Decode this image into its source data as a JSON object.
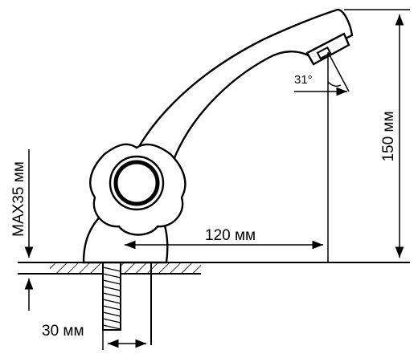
{
  "dimensions": {
    "height": "150 мм",
    "reach": "120 мм",
    "thickness": "MAX35 мм",
    "pipe": "30 мм",
    "angle": "31°"
  }
}
